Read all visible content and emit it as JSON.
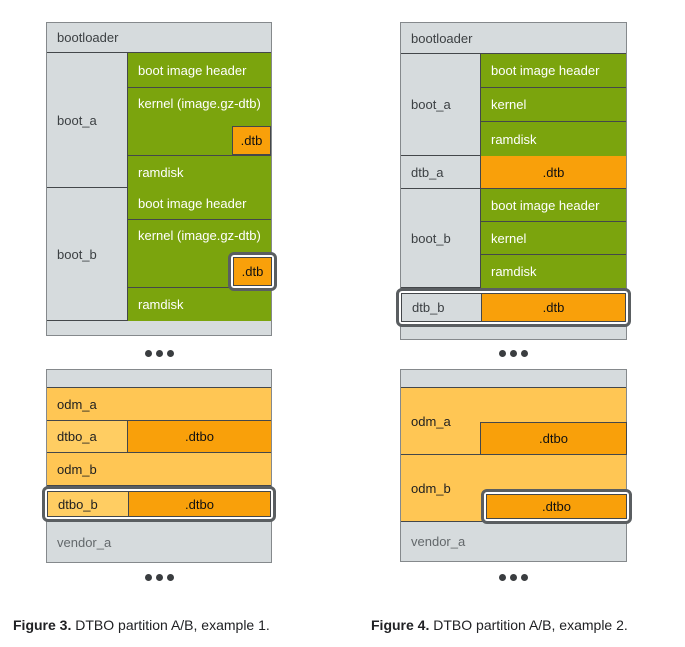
{
  "colors": {
    "green": "#7BA40D",
    "orange": "#F9A00A",
    "amber": "#FFC654",
    "amber_light": "#FFCD62",
    "gray": "#D6DBDD",
    "highlight_border": "#5A5E61"
  },
  "fig3": {
    "bootloader": "bootloader",
    "boot_a": {
      "label": "boot_a",
      "header": "boot image header",
      "kernel": "kernel (image.gz-dtb)",
      "dtb": ".dtb",
      "ramdisk": "ramdisk"
    },
    "boot_b": {
      "label": "boot_b",
      "header": "boot image header",
      "kernel": "kernel (image.gz-dtb)",
      "dtb": ".dtb",
      "ramdisk": "ramdisk"
    },
    "odm_a": "odm_a",
    "dtbo_a": {
      "label": "dtbo_a",
      "value": ".dtbo"
    },
    "odm_b": "odm_b",
    "dtbo_b": {
      "label": "dtbo_b",
      "value": ".dtbo"
    },
    "vendor_a": "vendor_a",
    "caption_label": "Figure 3.",
    "caption_text": " DTBO partition A/B, example 1."
  },
  "fig4": {
    "bootloader": "bootloader",
    "boot_a": {
      "label": "boot_a",
      "header": "boot image header",
      "kernel": "kernel",
      "ramdisk": "ramdisk"
    },
    "dtb_a": {
      "label": "dtb_a",
      "value": ".dtb"
    },
    "boot_b": {
      "label": "boot_b",
      "header": "boot image header",
      "kernel": "kernel",
      "ramdisk": "ramdisk"
    },
    "dtb_b": {
      "label": "dtb_b",
      "value": ".dtb"
    },
    "odm_a": {
      "label": "odm_a",
      "value": ".dtbo"
    },
    "odm_b": {
      "label": "odm_b",
      "value": ".dtbo"
    },
    "vendor_a": "vendor_a",
    "caption_label": "Figure 4.",
    "caption_text": " DTBO partition A/B, example 2."
  }
}
